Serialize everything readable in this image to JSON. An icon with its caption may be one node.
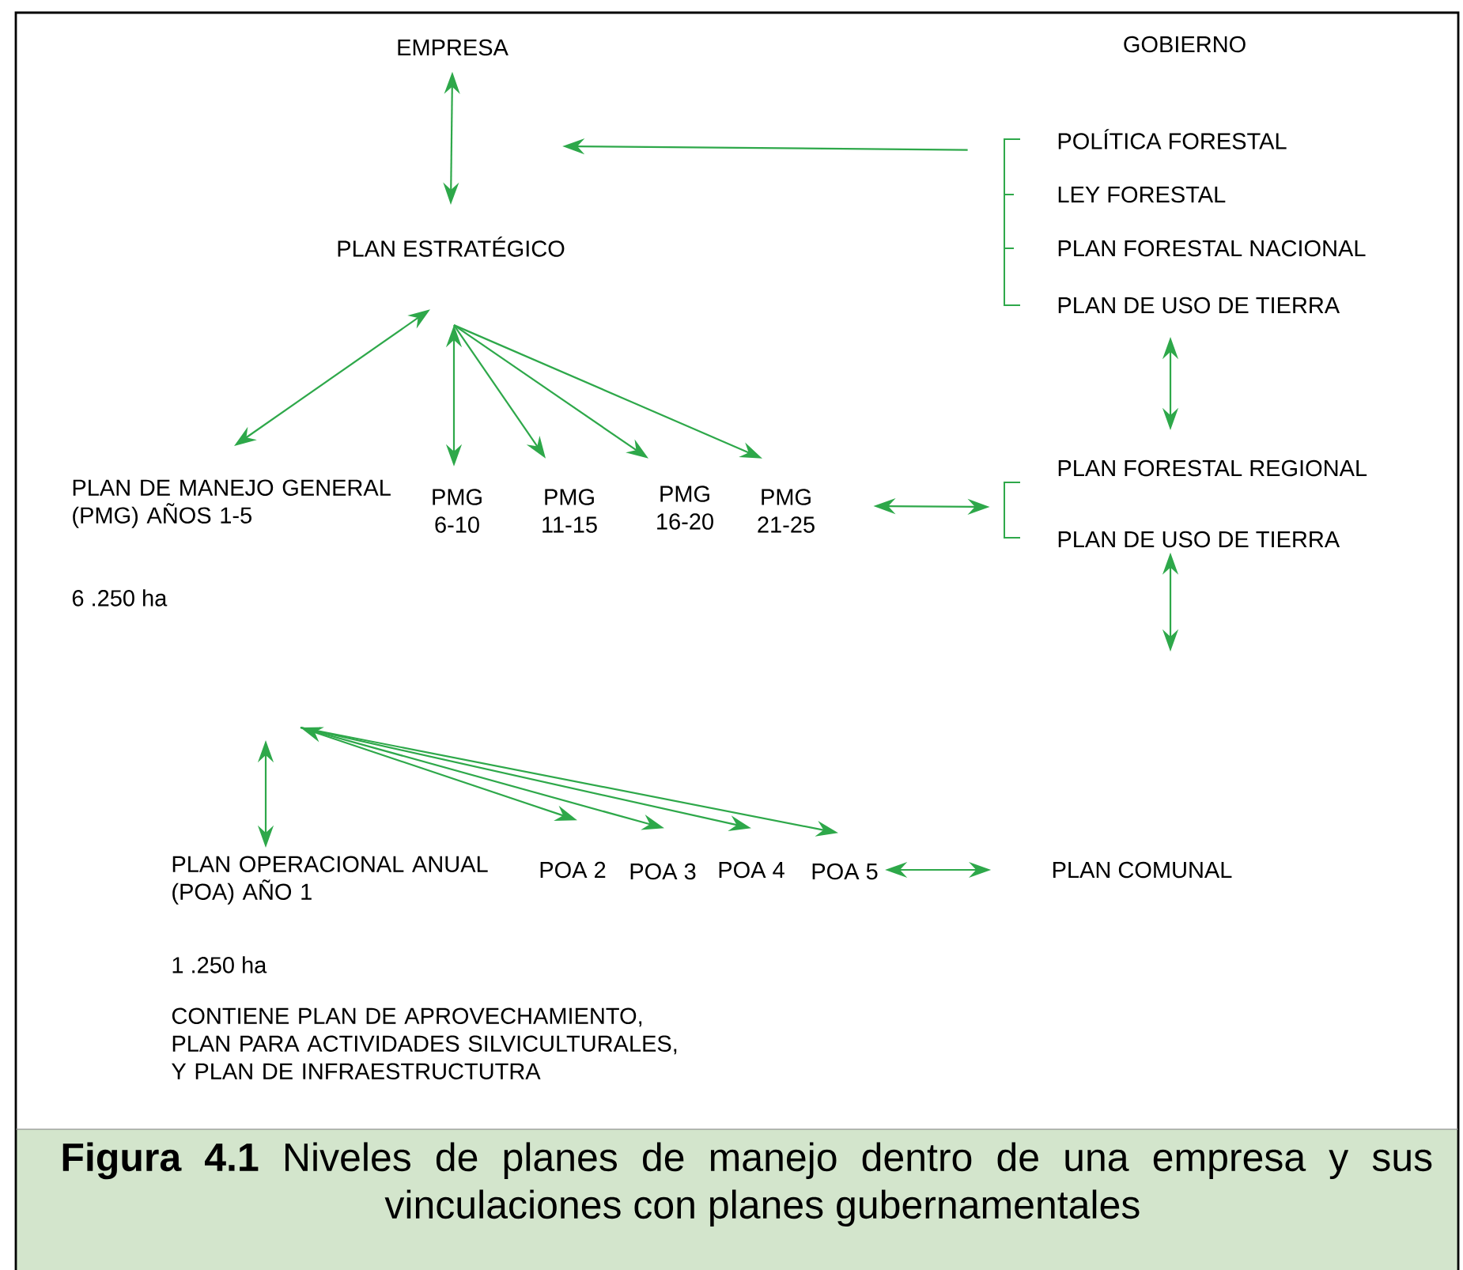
{
  "diagram": {
    "caption": "**Figura 4.1** Niveles de planes de manejo dentro de una empresa y sus vinculaciones con planes gubernamentales",
    "nodes": [
      {
        "text": [
          "EMPRESA"
        ]
      },
      {
        "text": [
          "GOBIERNO"
        ]
      },
      {
        "text": [],
        "shape": "bracket"
      },
      {
        "text": [
          "POLÍTICA FORESTAL"
        ]
      },
      {
        "text": [
          "LEY FORESTAL"
        ]
      },
      {
        "text": [
          "PLAN FORESTAL NACIONAL"
        ]
      },
      {
        "text": [
          "PLAN DE USO DE TIERRA"
        ]
      },
      {
        "text": [
          "PLAN ESTRATÉGICO"
        ]
      },
      {
        "text": [
          "PLAN DE MANEJO GENERAL (PMG) AÑOS 1-5"
        ],
        "beside": [
          "6 .250 ha"
        ]
      },
      {
        "text": [
          "PMG 6-10"
        ]
      },
      {
        "text": [
          "PMG 11-15"
        ]
      },
      {
        "text": [
          "PMG 16-20"
        ]
      },
      {
        "text": [
          "PMG 21-25"
        ]
      },
      {
        "text": [],
        "shape": "bracket"
      },
      {
        "text": [
          "PLAN FORESTAL REGIONAL"
        ]
      },
      {
        "text": [
          "PLAN DE USO DE TIERRA"
        ]
      },
      {
        "text": [
          "PLAN OPERACIONAL ANUAL (POA) AÑO 1"
        ],
        "beside": [
          "1 .250 ha",
          "CONTIENE PLAN DE APROVECHAMIENTO, PLAN PARA ACTIVIDADES SILVICULTURALES, Y PLAN DE INFRAESTRUCTUTRA"
        ]
      },
      {
        "text": [
          "POA 2"
        ]
      },
      {
        "text": [
          "POA 3"
        ]
      },
      {
        "text": [
          "POA 4"
        ]
      },
      {
        "text": [
          "POA 5"
        ]
      },
      {
        "text": [
          "PLAN COMUNAL"
        ]
      }
    ],
    "edges": [
      {
        "from": 0,
        "to": 7,
        "arrow": "both"
      },
      {
        "from": 2,
        "to": 7,
        "arrow": "to"
      },
      {
        "from": 7,
        "to": 8,
        "arrow": "both"
      },
      {
        "from": 7,
        "to": 9,
        "arrow": "both"
      },
      {
        "from": 7,
        "to": 10,
        "arrow": "to"
      },
      {
        "from": 7,
        "to": 11,
        "arrow": "to"
      },
      {
        "from": 7,
        "to": 12,
        "arrow": "to"
      },
      {
        "from": 6,
        "to": 14,
        "arrow": "both"
      },
      {
        "from": 12,
        "to": 13,
        "arrow": "both"
      },
      {
        "from": 15,
        "to": null,
        "arrow": "both"
      },
      {
        "from": null,
        "to": 16,
        "arrow": "both"
      },
      {
        "from": null,
        "to": 17,
        "arrow": "both"
      },
      {
        "from": null,
        "to": 18,
        "arrow": "to"
      },
      {
        "from": null,
        "to": 19,
        "arrow": "to"
      },
      {
        "from": null,
        "to": 20,
        "arrow": "to"
      },
      {
        "from": 20,
        "to": 21,
        "arrow": "both"
      }
    ]
  }
}
